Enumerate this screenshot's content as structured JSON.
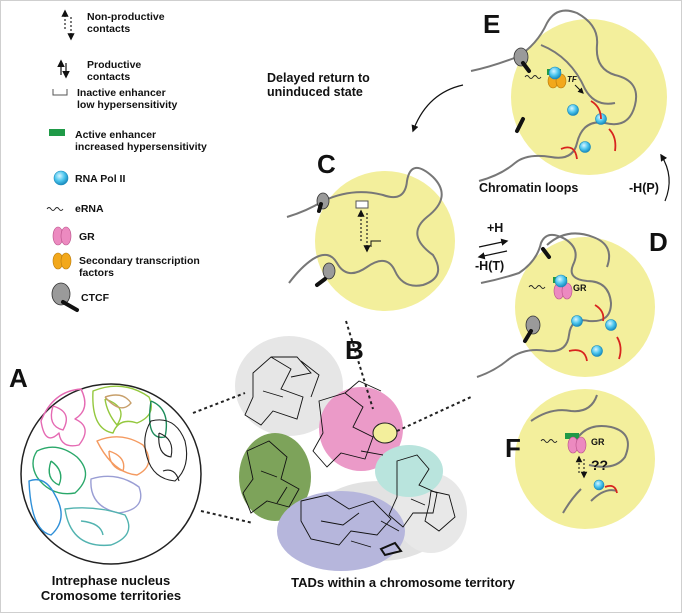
{
  "legend": {
    "nonproductive": "Non-productive\ncontacts",
    "productive": "Productive\ncontacts",
    "inactive": "Inactive enhancer\nlow hypersensitivity",
    "active": "Active enhancer\nincreased hypersensitivity",
    "polII": "RNA Pol II",
    "erna": "eRNA",
    "gr": "GR",
    "secondary": "Secondary transcription\nfactors",
    "ctcf": "CTCF"
  },
  "panels": {
    "A": "A",
    "B": "B",
    "C": "C",
    "D": "D",
    "E": "E",
    "F": "F"
  },
  "captions": {
    "a": "Intrephase nucleus\nCromosome territories",
    "b": "TADs within a chromosome territory",
    "delayed": "Delayed return to\nuninduced state",
    "loops": "Chromatin loops"
  },
  "arrows": {
    "plus_h": "+H",
    "minus_ht": "-H(T)",
    "minus_hp": "-H(P)"
  },
  "labels": {
    "tf": "TF",
    "gr_d": "GR",
    "gr_f": "GR",
    "qq": "??"
  },
  "colors": {
    "circle_fill": "#f3ef9c",
    "pol": "#4cc6ee",
    "gr": "#ec8ac0",
    "tf": "#f2a81c",
    "enhancer": "#1f9a47",
    "ctcf": "#9a9a9a",
    "rna": "#d8241e"
  }
}
